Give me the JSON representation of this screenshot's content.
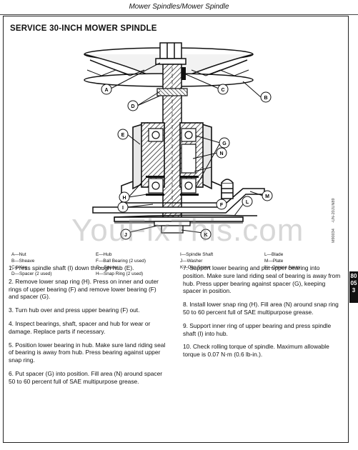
{
  "header": {
    "title": "Mower Spindles/Mower Spindle"
  },
  "section_title": "SERVICE 30-INCH MOWER SPINDLE",
  "diagram": {
    "callouts": [
      "A",
      "B",
      "C",
      "D",
      "E",
      "F",
      "G",
      "H",
      "I",
      "J",
      "K",
      "L",
      "M",
      "N"
    ],
    "codes": [
      "-UN-20JUN89",
      "M90034"
    ],
    "watermark": "YouFixThis.com"
  },
  "legend": [
    "A—Nut",
    "E—Hub",
    "I—Spindle Shaft",
    "L—Blade",
    "B—Sheave",
    "F—Ball Bearing (2 used)",
    "J—Washer",
    "M—Plate",
    "C—Key",
    "G—Spacer",
    "K—Cap Screw",
    "N—Grease Areas",
    "D—Spacer (2 used)",
    "H—Snap Ring (2 used)",
    "",
    ""
  ],
  "instructions_left": [
    "1. Press spindle shaft (I) down through hub (E).",
    "2. Remove lower snap ring (H). Press on inner and outer rings of upper bearing (F) and remove lower bearing (F) and spacer (G).",
    "3. Turn hub over and press upper bearing (F) out.",
    "4. Inspect bearings, shaft, spacer and hub for wear or damage. Replace parts if necessary.",
    "5. Position lower bearing in hub. Make sure land riding seal of bearing is away from hub. Press bearing against upper snap ring.",
    "6. Put spacer (G) into position. Fill area (N) around spacer 50 to 60 percent full of SAE multipurpose grease."
  ],
  "instructions_right": [
    "7. Support lower bearing and put upper bearing into position. Make sure land riding seal of bearing is away from hub. Press upper bearing against spacer (G), keeping spacer in position.",
    "8. Install lower snap ring (H). Fill area (N) around snap ring 50 to 60 percent full of SAE multipurpose grease.",
    "9. Support inner ring of upper bearing and press spindle shaft (I) into hub.",
    "10. Check rolling torque of spindle. Maximum allowable torque is 0.07 N·m (0.6 lb-in.)."
  ],
  "side_tab": {
    "line1": "80",
    "line2": "05",
    "line3": "3"
  }
}
